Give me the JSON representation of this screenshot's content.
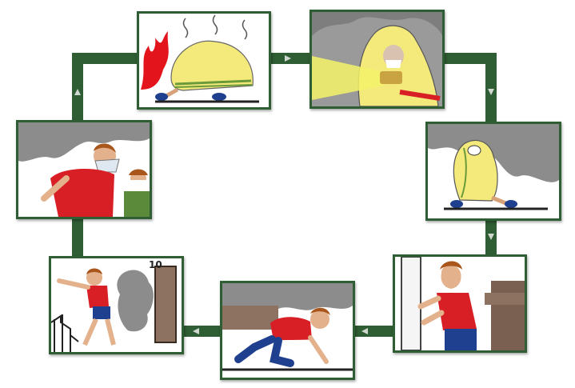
{
  "diagram": {
    "colors": {
      "connector": "#2f5d34",
      "arrow": "#cfd8cf",
      "smoke": "#8c8c8c",
      "blanket": "#f4ea7c",
      "shirt": "#d81f26",
      "jeans": "#1f3f8f",
      "fire": "#e3141c",
      "hair": "#a8561c"
    },
    "panels": [
      {
        "id": "wrap-in-blanket",
        "icon": "fire-blanket-icon"
      },
      {
        "id": "crawl-under-smoke-blanket",
        "icon": "flashlight-icon"
      },
      {
        "id": "exit-under-smoke-blanket",
        "icon": "smoke-cloud-icon"
      },
      {
        "id": "feel-door-for-heat",
        "icon": "door-icon"
      },
      {
        "id": "crawl-low-under-smoke",
        "icon": "crawling-person-icon"
      },
      {
        "id": "escape-down-stairs",
        "icon": "stairs-icon"
      },
      {
        "id": "cover-mouth-with-cloth",
        "icon": "face-mask-icon"
      }
    ],
    "stairwell_door_number": "10"
  }
}
